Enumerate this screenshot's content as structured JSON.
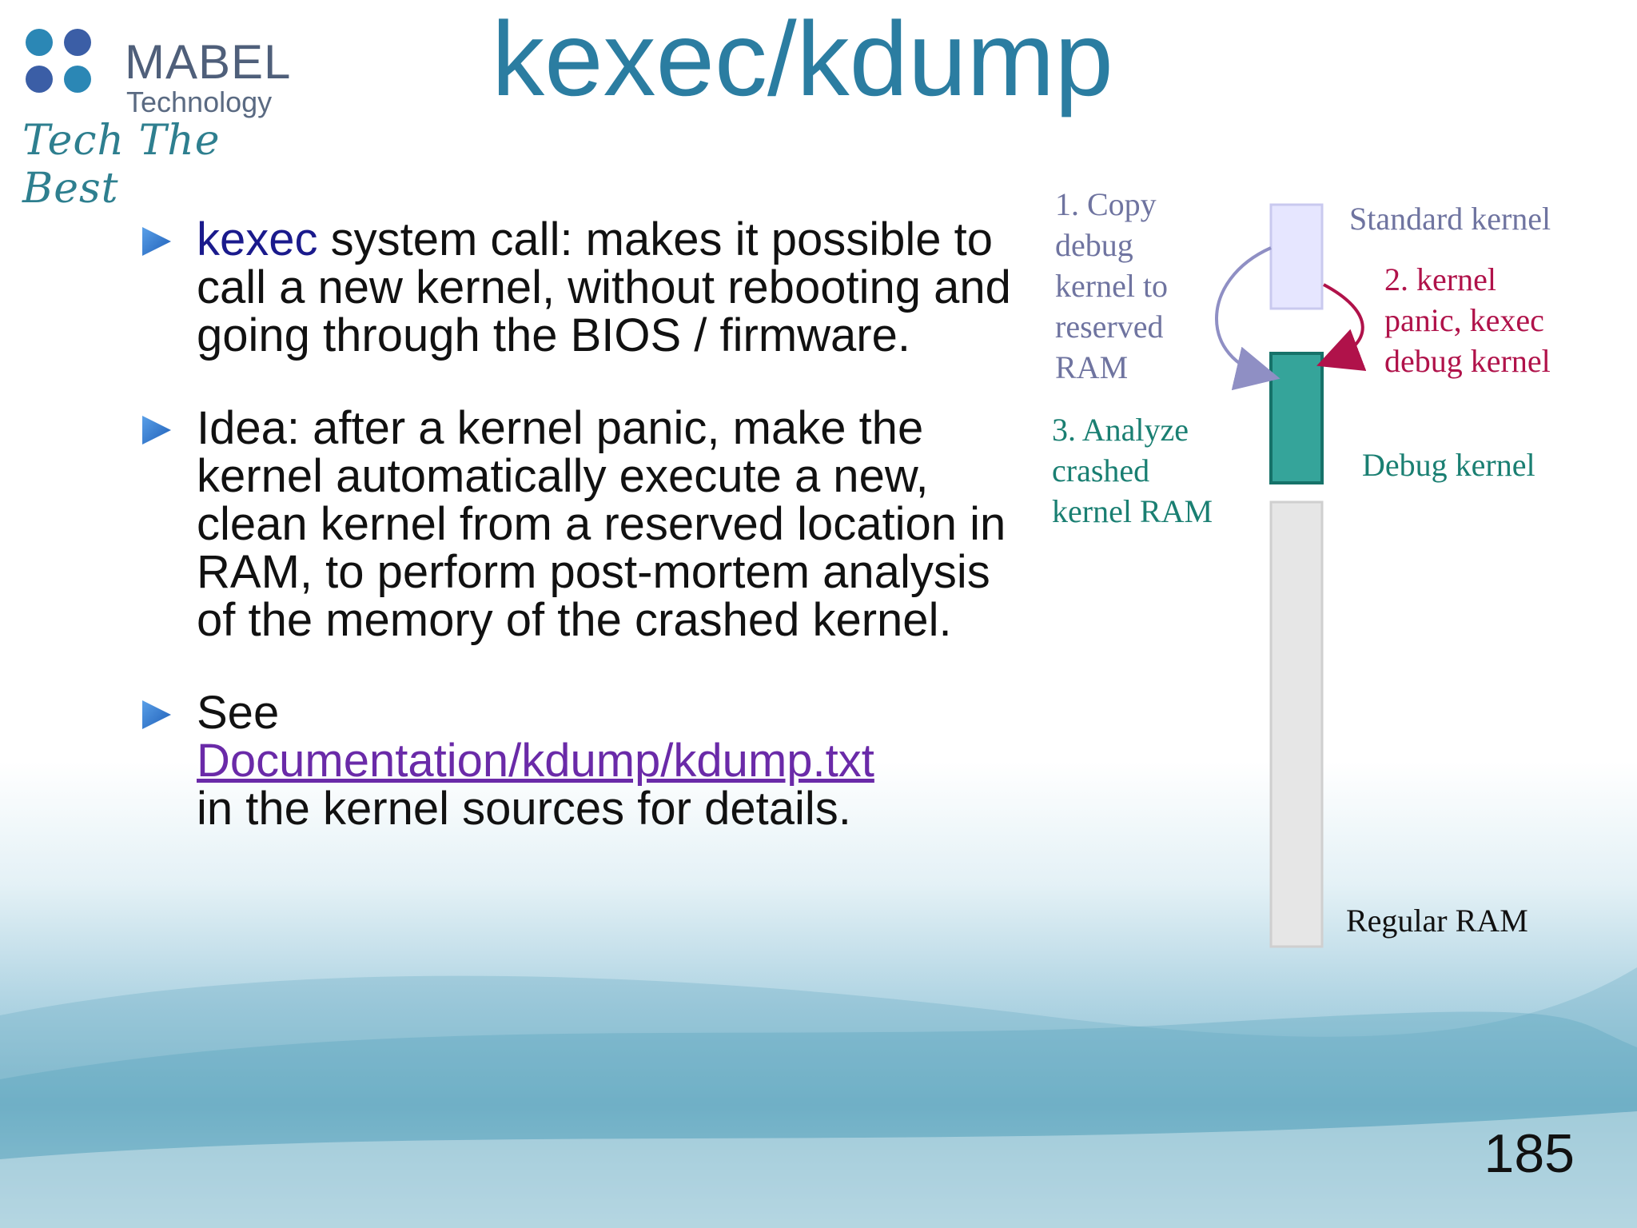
{
  "slide": {
    "title": "kexec/kdump",
    "page_number": "185"
  },
  "logo": {
    "name": "MABEL",
    "subtitle": "Technology",
    "tagline": "Tech The Best",
    "dot_colors": [
      "#2b87b5",
      "#3b5ea6",
      "#3b5ea6",
      "#2b87b5"
    ]
  },
  "bullets": [
    {
      "keyword": "kexec",
      "text": " system call: makes it possible to call a new kernel, without rebooting and going through the BIOS / firmware."
    },
    {
      "text": "Idea: after a kernel panic, make the kernel automatically execute a new, clean kernel from a reserved location in RAM, to perform post-mortem analysis of the memory of the crashed kernel."
    },
    {
      "prefix": "See",
      "link": "Documentation/kdump/kdump.txt",
      "suffix": "in the kernel sources for details."
    }
  ],
  "diagram": {
    "step1": [
      "1. Copy",
      "debug",
      "kernel to",
      "reserved",
      "RAM"
    ],
    "step2": [
      "2. kernel",
      "panic, kexec",
      "debug kernel"
    ],
    "step3": [
      "3. Analyze",
      "crashed",
      "kernel RAM"
    ],
    "standard_kernel": "Standard kernel",
    "debug_kernel": "Debug kernel",
    "regular_ram": "Regular RAM",
    "colors": {
      "step1": "#6f74a0",
      "step2": "#b0124a",
      "step3": "#1a7f72",
      "standard_block": "#e6e6ff",
      "debug_block": "#35a49a",
      "ram_block": "#e6e6e6"
    }
  }
}
